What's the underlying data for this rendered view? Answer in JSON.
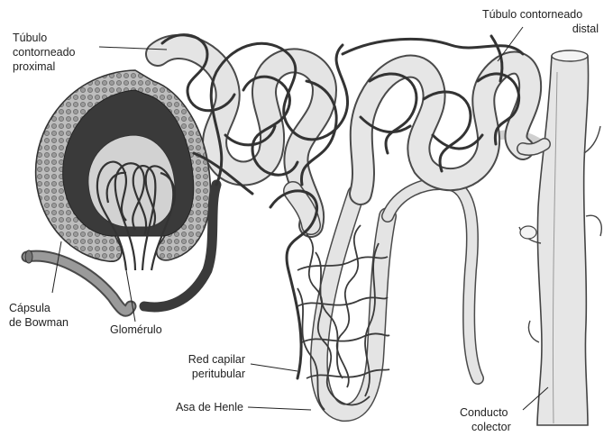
{
  "labels": {
    "proximal_1": "Túbulo",
    "proximal_2": "contorneado",
    "proximal_3": "proximal",
    "distal_1": "Túbulo contorneado",
    "distal_2": "distal",
    "bowman_1": "Cápsula",
    "bowman_2": "de Bowman",
    "glomerulo": "Glomérulo",
    "red_1": "Red capilar",
    "red_2": "peritubular",
    "henle": "Asa de Henle",
    "colector_1": "Conducto",
    "colector_2": "colector"
  },
  "colors": {
    "vessel": "#3a3a3a",
    "tubule": "#e4e4e4",
    "tubule_edge": "#4a4a4a",
    "capsule": "#8a8a8a"
  }
}
